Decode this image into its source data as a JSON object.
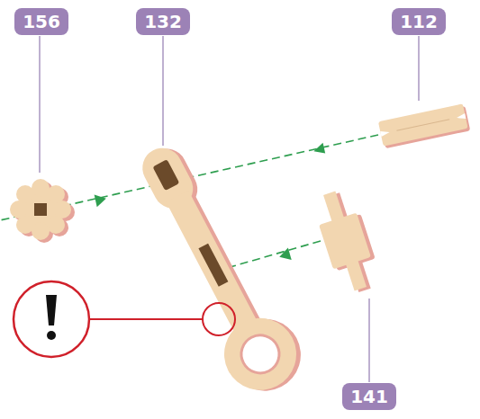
{
  "diagram": {
    "nodes": [
      {
        "text": [
          "156"
        ]
      },
      {
        "text": [
          "132"
        ]
      },
      {
        "text": [
          "112"
        ]
      },
      {
        "text": [
          "141"
        ]
      }
    ]
  }
}
